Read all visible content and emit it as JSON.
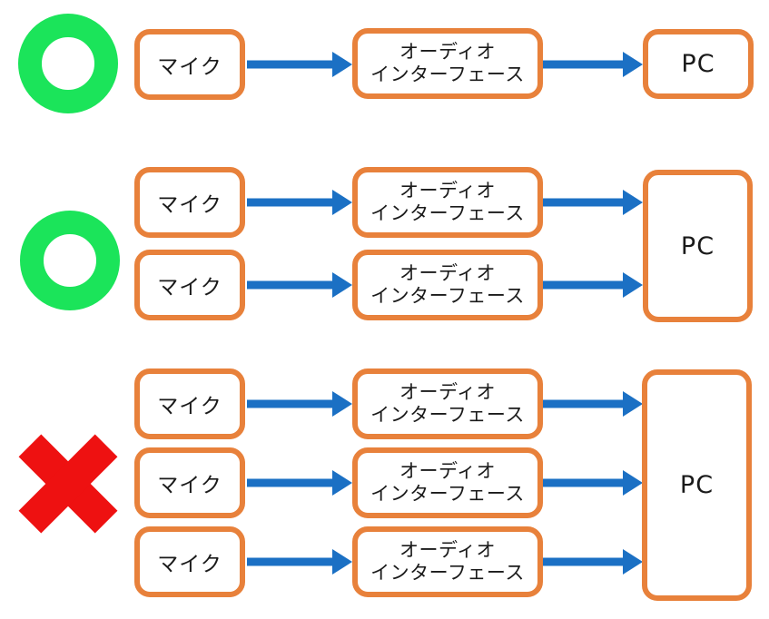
{
  "labels": {
    "mic": "マイク",
    "audio_interface_line1": "オーディオ",
    "audio_interface_line2": "インターフェース",
    "pc": "PC"
  },
  "colors": {
    "box_border": "#e8813b",
    "arrow": "#1b70c4",
    "ok_mark": "#1be45a",
    "ng_mark": "#ee1111",
    "text": "#1a1a1a",
    "background": "#ffffff"
  },
  "rows": [
    {
      "index": 1,
      "verdict": "correct",
      "mark": "green-circle",
      "mic_count": 1,
      "audio_interface_count": 1,
      "pc_count": 1
    },
    {
      "index": 2,
      "verdict": "correct",
      "mark": "green-circle",
      "mic_count": 2,
      "audio_interface_count": 2,
      "pc_count": 1
    },
    {
      "index": 3,
      "verdict": "incorrect",
      "mark": "red-cross",
      "mic_count": 3,
      "audio_interface_count": 3,
      "pc_count": 1
    }
  ]
}
